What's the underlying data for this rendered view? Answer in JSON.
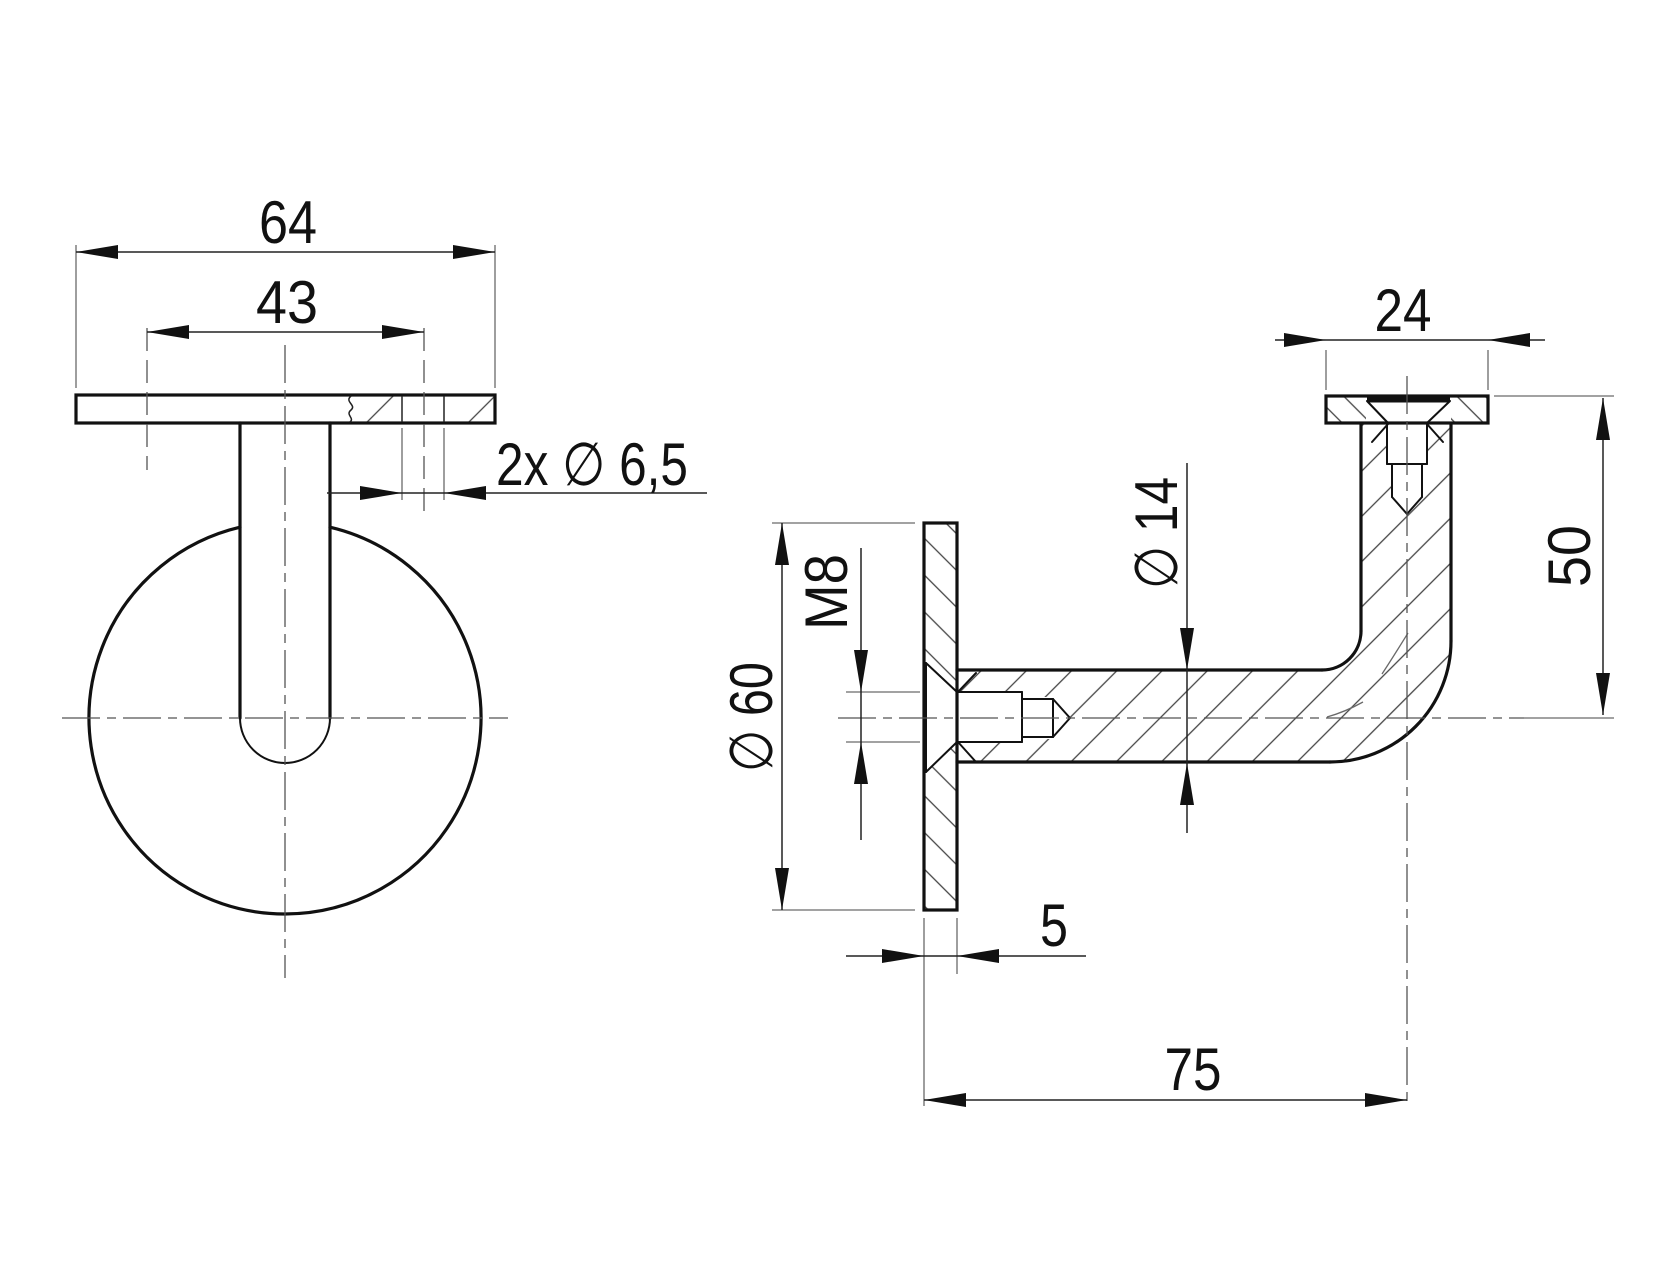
{
  "colors": {
    "background": "#ffffff",
    "outline": "#111111",
    "dimension_text": "#111111",
    "auxiliary_lines": "#6a6a6a"
  },
  "dimensions": {
    "front": {
      "saddle_length": "64",
      "hole_spacing": "43",
      "mount_holes": "2x ∅ 6,5"
    },
    "side": {
      "saddle_width": "24",
      "riser_height": "50",
      "arm_diameter": "∅ 14",
      "thread_size": "M8",
      "wall_plate_diameter": "∅ 60",
      "wall_plate_thickness": "5",
      "wall_offset": "75"
    }
  }
}
